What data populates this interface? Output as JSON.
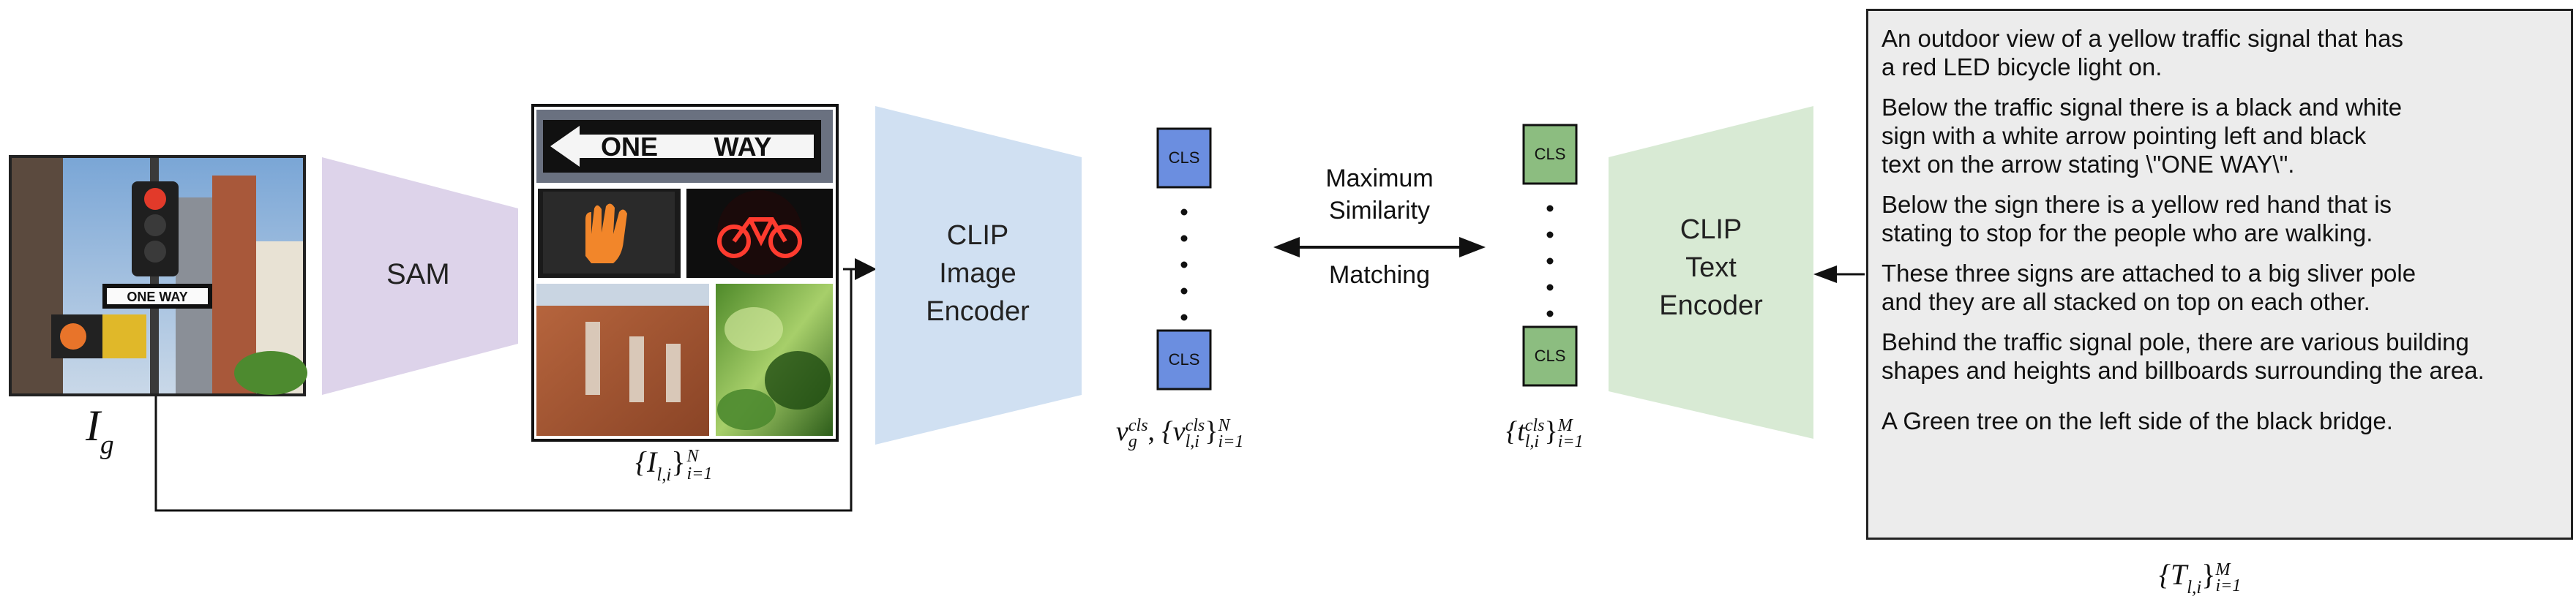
{
  "diagram": {
    "inputs": {
      "global_image_label": "I",
      "global_image_sub": "g",
      "crops_label": "{I",
      "crops_sub": "l,i",
      "crops_limits": "i=1",
      "crops_sup": "N"
    },
    "photo_tiles": {
      "one_way_sign_text": "ONE",
      "one_way_sign_text2": "WAY",
      "small_sign_text": "ONE WAY"
    },
    "sam": {
      "label": "SAM"
    },
    "clip_image_encoder": {
      "lines": [
        "CLIP",
        "Image",
        "Encoder"
      ]
    },
    "clip_text_encoder": {
      "lines": [
        "CLIP",
        "Text",
        "Encoder"
      ]
    },
    "image_tokens": {
      "token_label": "CLS",
      "caption_v": "v",
      "caption_v_sub": "g",
      "caption_v_sup": "cls",
      "caption_sep": ",",
      "caption_set": "{v",
      "caption_set_sub": "l,i",
      "caption_set_sup": "cls",
      "caption_limits": "i=1",
      "caption_limits_sup": "N"
    },
    "text_tokens": {
      "token_label": "CLS",
      "caption_set": "{t",
      "caption_set_sub": "l,i",
      "caption_set_sup": "cls",
      "caption_limits": "i=1",
      "caption_limits_sup": "M"
    },
    "matching": {
      "line1": "Maximum",
      "line2": "Similarity",
      "line3": "Matching"
    },
    "captions": {
      "paragraphs": [
        [
          "An outdoor view of a yellow traffic signal that has",
          "a red LED bicycle light on."
        ],
        [
          "Below the traffic signal there is a black and white",
          "sign with a white arrow pointing left and black",
          "text on the arrow stating \\\"ONE WAY\\\"."
        ],
        [
          "Below the sign there is a yellow red hand that is",
          "stating to stop for the people who are walking."
        ],
        [
          "These three signs are attached to a big sliver pole",
          "and they are all stacked on top on each other."
        ],
        [
          "Behind the traffic signal pole, there are various building",
          "shapes and heights and billboards surrounding the area."
        ],
        [
          "A Green tree on the left side of the black bridge."
        ]
      ],
      "set_label": "{T",
      "set_sub": "l,i",
      "set_limits": "i=1",
      "set_sup": "M"
    },
    "colors": {
      "sam": "#ddd3ea",
      "image_encoder": "#d0e0f2",
      "text_encoder": "#d8ead4",
      "image_token": "#6b8ee0",
      "text_token": "#8cbd80",
      "caption_bg": "#ececec"
    }
  }
}
